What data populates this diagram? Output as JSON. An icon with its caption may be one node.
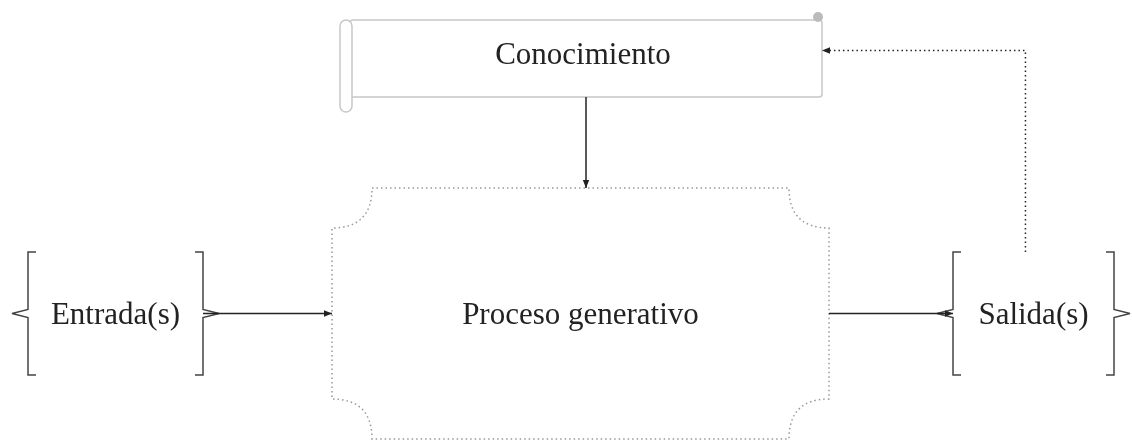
{
  "diagram": {
    "nodes": [
      {
        "text": [
          "Conocimiento"
        ]
      },
      {
        "text": [
          "Entrada(s)"
        ]
      },
      {
        "text": [
          "Proceso generativo"
        ]
      },
      {
        "text": [
          "Salida(s)"
        ]
      }
    ],
    "edges": [
      {
        "from": 0,
        "to": 2,
        "arrow": "to"
      },
      {
        "from": 1,
        "to": 2,
        "arrow": "to"
      },
      {
        "from": 2,
        "to": 3,
        "arrow": "to"
      },
      {
        "from": 3,
        "to": 0,
        "arrow": "to",
        "style": "dashed"
      }
    ]
  }
}
